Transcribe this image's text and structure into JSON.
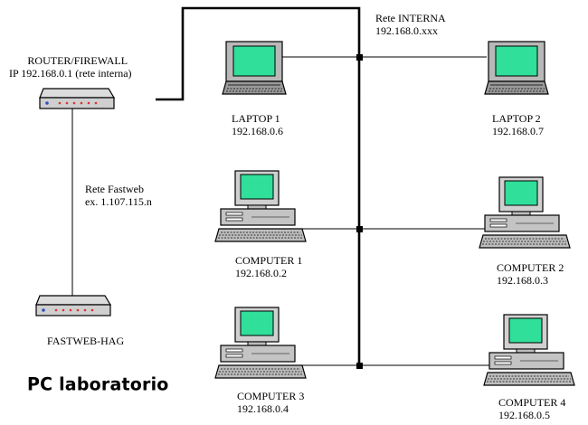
{
  "title": "PC laboratorio",
  "router": {
    "line1": "ROUTER/FIREWALL",
    "line2": "IP 192.168.0.1 (rete interna)"
  },
  "wan": {
    "line1": "Rete Fastweb",
    "line2": "ex. 1.107.115.n"
  },
  "modem": {
    "label": "FASTWEB-HAG"
  },
  "lan": {
    "line1": "Rete INTERNA",
    "line2": "192.168.0.xxx"
  },
  "nodes": {
    "laptop1": {
      "name": "LAPTOP 1",
      "ip": "192.168.0.6"
    },
    "laptop2": {
      "name": "LAPTOP 2",
      "ip": "192.168.0.7"
    },
    "computer1": {
      "name": "COMPUTER 1",
      "ip": "192.168.0.2"
    },
    "computer2": {
      "name": "COMPUTER 2",
      "ip": "192.168.0.3"
    },
    "computer3": {
      "name": "COMPUTER 3",
      "ip": "192.168.0.4"
    },
    "computer4": {
      "name": "COMPUTER 4",
      "ip": "192.168.0.5"
    }
  },
  "colors": {
    "screen": "#2fdf9a",
    "device": "#c8c8c8",
    "line": "#000000",
    "led": "#e03030"
  }
}
